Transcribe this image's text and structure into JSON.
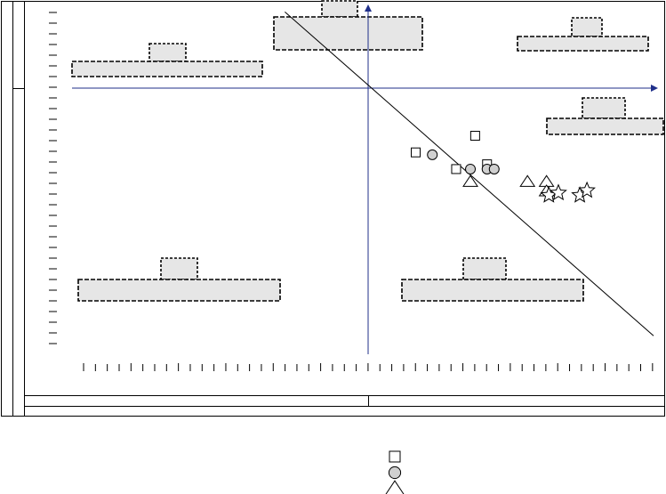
{
  "chart_data": {
    "type": "scatter",
    "title": "",
    "xlabel": "",
    "ylabel": "",
    "xlim": [
      -6.2,
      6.2
    ],
    "ylim": [
      -5.5,
      1.75
    ],
    "grid": false,
    "legend_position": "bottom-center",
    "trend_line": {
      "x": [
        -1.75,
        6.0
      ],
      "y": [
        1.6,
        -5.2
      ]
    },
    "series": [
      {
        "marker": "square",
        "points": [
          {
            "x": 2.25,
            "y": -1.0
          },
          {
            "x": 1.0,
            "y": -1.35
          },
          {
            "x": 1.85,
            "y": -1.7
          },
          {
            "x": 2.5,
            "y": -1.6
          }
        ]
      },
      {
        "marker": "circle",
        "points": [
          {
            "x": 1.35,
            "y": -1.4
          },
          {
            "x": 2.15,
            "y": -1.7
          },
          {
            "x": 2.5,
            "y": -1.7
          },
          {
            "x": 2.65,
            "y": -1.7
          }
        ]
      },
      {
        "marker": "triangle",
        "points": [
          {
            "x": 2.15,
            "y": -1.95
          },
          {
            "x": 3.35,
            "y": -1.95
          },
          {
            "x": 3.75,
            "y": -1.95
          },
          {
            "x": 3.75,
            "y": -2.15
          }
        ]
      },
      {
        "marker": "star",
        "points": [
          {
            "x": 3.8,
            "y": -2.25
          },
          {
            "x": 4.0,
            "y": -2.2
          },
          {
            "x": 4.45,
            "y": -2.25
          },
          {
            "x": 4.6,
            "y": -2.15
          }
        ]
      }
    ],
    "legend_entries": [
      {
        "marker": "square"
      },
      {
        "marker": "circle"
      },
      {
        "marker": "triangle"
      }
    ],
    "colors": {
      "axis": "#1f2f8a",
      "trend_line": "#000000",
      "box_fill": "#e6e6e6",
      "marker_fill_circle": "#d0d0d0",
      "marker_stroke": "#000000"
    }
  }
}
